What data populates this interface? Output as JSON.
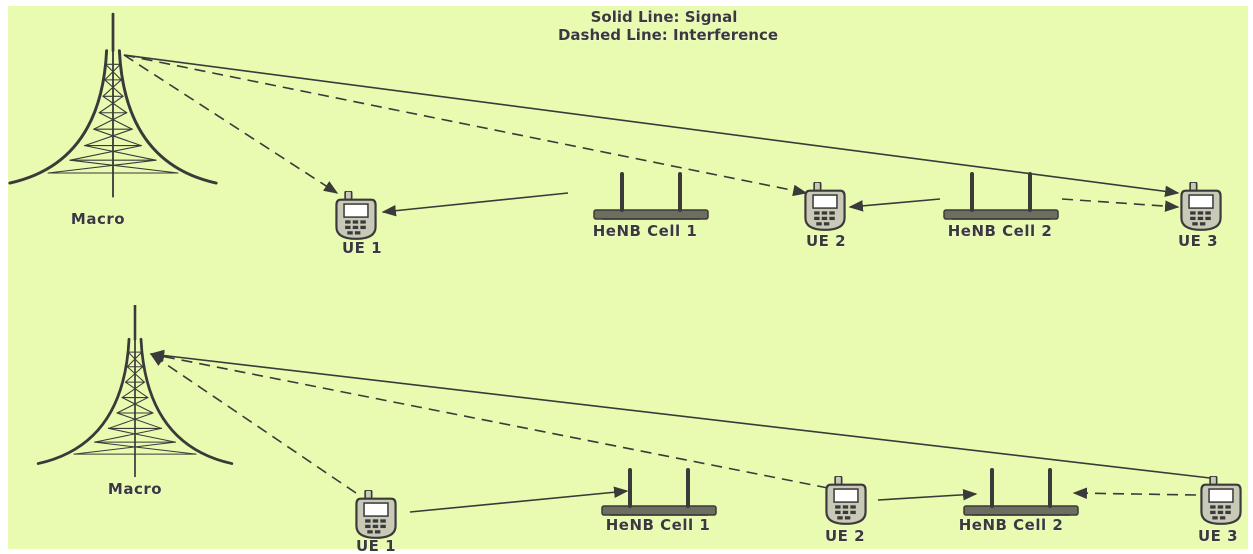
{
  "colors": {
    "background": "#e8fbb0",
    "ink": "#3a3a3a",
    "device_body": "#c9c9b8"
  },
  "legend": {
    "line1": "Solid Line: Signal",
    "line2": "Dashed Line: Interference"
  },
  "scenarios": [
    {
      "macro_label": "Macro",
      "ue_labels": [
        "UE 1",
        "UE 2",
        "UE 3"
      ],
      "henb_labels": [
        "HeNB Cell 1",
        "HeNB Cell 2"
      ],
      "links": [
        {
          "from": "Macro",
          "to": "UE 1",
          "type": "interference"
        },
        {
          "from": "Macro",
          "to": "UE 2",
          "type": "interference"
        },
        {
          "from": "Macro",
          "to": "UE 3",
          "type": "signal"
        },
        {
          "from": "HeNB Cell 1",
          "to": "UE 1",
          "type": "signal"
        },
        {
          "from": "HeNB Cell 2",
          "to": "UE 2",
          "type": "signal"
        },
        {
          "from": "HeNB Cell 2",
          "to": "UE 3",
          "type": "interference"
        }
      ]
    },
    {
      "macro_label": "Macro",
      "ue_labels": [
        "UE 1",
        "UE 2",
        "UE 3"
      ],
      "henb_labels": [
        "HeNB Cell 1",
        "HeNB Cell 2"
      ],
      "links": [
        {
          "from": "UE 1",
          "to": "Macro",
          "type": "interference"
        },
        {
          "from": "UE 2",
          "to": "Macro",
          "type": "interference"
        },
        {
          "from": "UE 3",
          "to": "Macro",
          "type": "signal"
        },
        {
          "from": "UE 1",
          "to": "HeNB Cell 1",
          "type": "signal"
        },
        {
          "from": "UE 2",
          "to": "HeNB Cell 2",
          "type": "signal"
        },
        {
          "from": "UE 3",
          "to": "HeNB Cell 2",
          "type": "interference"
        }
      ]
    }
  ]
}
